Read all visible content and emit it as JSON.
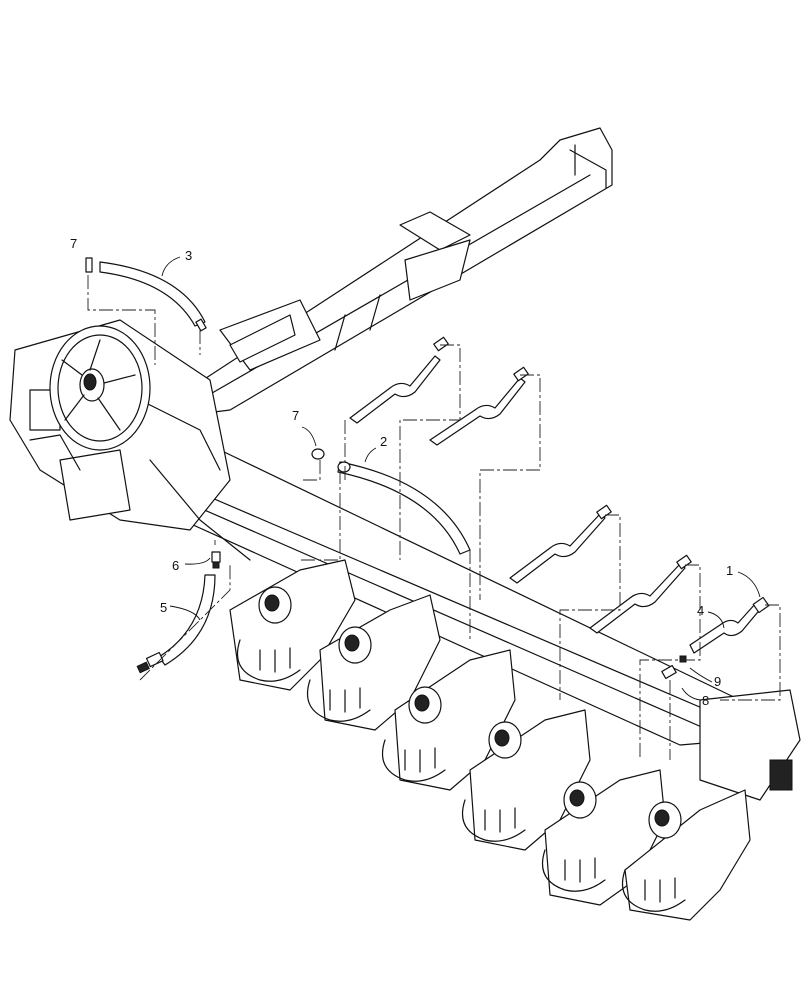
{
  "callouts": [
    {
      "id": "c1",
      "label": "1"
    },
    {
      "id": "c2",
      "label": "2"
    },
    {
      "id": "c3",
      "label": "3"
    },
    {
      "id": "c4",
      "label": "4"
    },
    {
      "id": "c5",
      "label": "5"
    },
    {
      "id": "c6",
      "label": "6"
    },
    {
      "id": "c7a",
      "label": "7"
    },
    {
      "id": "c7b",
      "label": "7"
    },
    {
      "id": "c8",
      "label": "8"
    },
    {
      "id": "c9",
      "label": "9"
    }
  ]
}
